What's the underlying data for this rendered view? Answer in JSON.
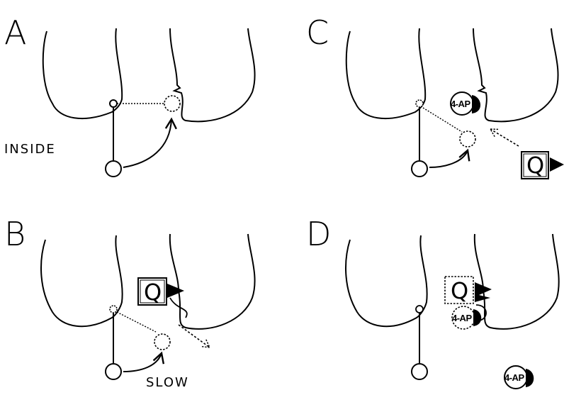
{
  "panels": {
    "a": {
      "letter": "A",
      "side_label": "INSIDE"
    },
    "b": {
      "letter": "B",
      "q_label": "Q",
      "rate_label": "SLOW"
    },
    "c": {
      "letter": "C",
      "drug_label": "4-AP",
      "q_label": "Q"
    },
    "d": {
      "letter": "D",
      "q_label": "Q",
      "drug_bound_label": "4-AP",
      "drug_free_label": "4-AP"
    }
  }
}
